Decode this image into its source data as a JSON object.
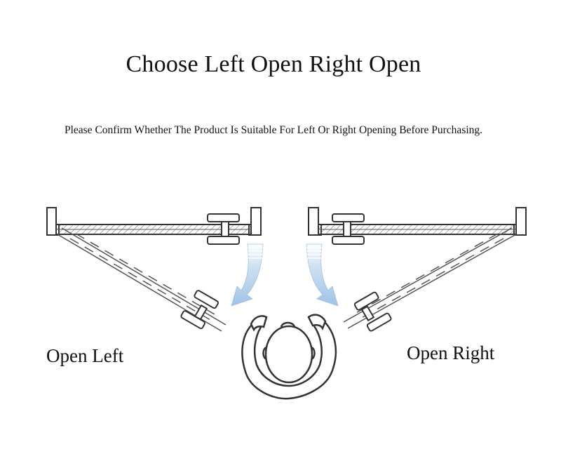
{
  "title": "Choose Left Open Right Open",
  "subtitle": "Please Confirm Whether The Product Is Suitable For Left Or Right Opening Before Purchasing.",
  "options": {
    "left": {
      "label": "Open Left"
    },
    "right": {
      "label": "Open Right"
    }
  },
  "colors": {
    "line": "#333333",
    "arrow": "#a9c9e8",
    "arrow_edge": "#8fb6de"
  }
}
